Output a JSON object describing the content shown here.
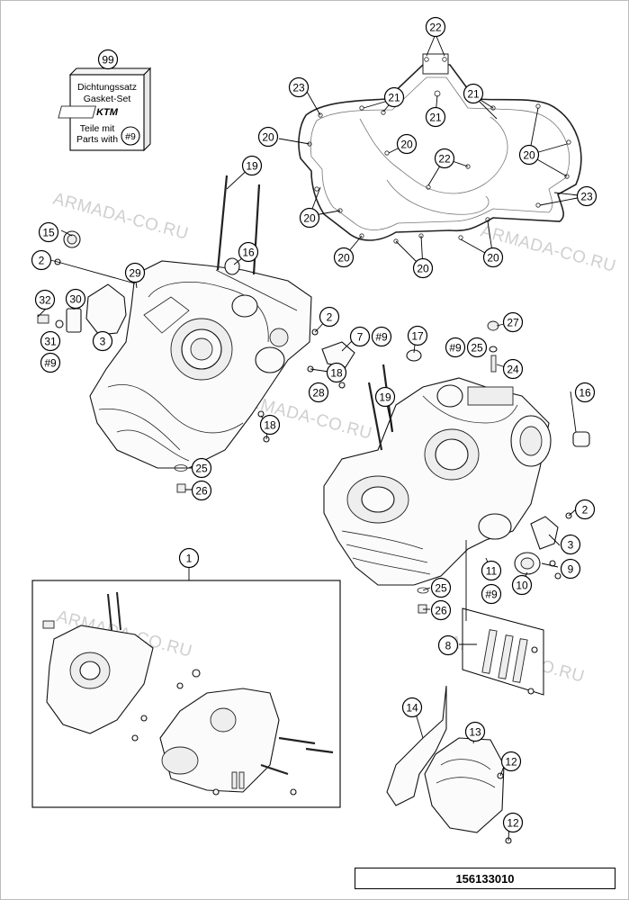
{
  "watermark": "ARMADA-CO.RU",
  "gasket_set_box": {
    "line1": "Dichtungssatz",
    "line2": "Gasket-Set",
    "brand": "KTM",
    "line3": "Teile mit",
    "line4": "Parts with",
    "ref": "#9"
  },
  "drawing_number": "156133010",
  "callouts": [
    {
      "label": "99"
    },
    {
      "label": "22"
    },
    {
      "label": "23"
    },
    {
      "label": "21"
    },
    {
      "label": "21"
    },
    {
      "label": "21"
    },
    {
      "label": "20"
    },
    {
      "label": "20"
    },
    {
      "label": "22"
    },
    {
      "label": "20"
    },
    {
      "label": "19"
    },
    {
      "label": "23"
    },
    {
      "label": "20"
    },
    {
      "label": "15"
    },
    {
      "label": "16"
    },
    {
      "label": "2"
    },
    {
      "label": "20"
    },
    {
      "label": "20"
    },
    {
      "label": "20"
    },
    {
      "label": "29"
    },
    {
      "label": "32"
    },
    {
      "label": "30"
    },
    {
      "label": "3"
    },
    {
      "label": "31"
    },
    {
      "label": "#9"
    },
    {
      "label": "2"
    },
    {
      "label": "7"
    },
    {
      "label": "#9"
    },
    {
      "label": "17"
    },
    {
      "label": "27"
    },
    {
      "label": "#9"
    },
    {
      "label": "25"
    },
    {
      "label": "18"
    },
    {
      "label": "28"
    },
    {
      "label": "24"
    },
    {
      "label": "19"
    },
    {
      "label": "18"
    },
    {
      "label": "16"
    },
    {
      "label": "25"
    },
    {
      "label": "26"
    },
    {
      "label": "2"
    },
    {
      "label": "1"
    },
    {
      "label": "3"
    },
    {
      "label": "9"
    },
    {
      "label": "11"
    },
    {
      "label": "10"
    },
    {
      "label": "25"
    },
    {
      "label": "#9"
    },
    {
      "label": "26"
    },
    {
      "label": "8"
    },
    {
      "label": "14"
    },
    {
      "label": "13"
    },
    {
      "label": "12"
    },
    {
      "label": "12"
    }
  ]
}
